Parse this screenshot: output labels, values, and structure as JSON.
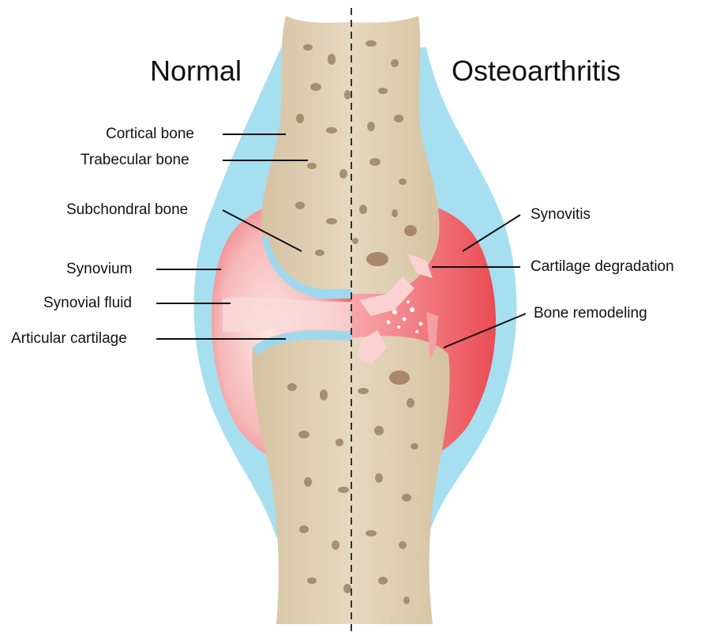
{
  "headings": {
    "normal": "Normal",
    "osteoarthritis": "Osteoarthritis"
  },
  "labels_left": {
    "cortical_bone": "Cortical bone",
    "trabecular_bone": "Trabecular bone",
    "subchondral_bone": "Subchondral bone",
    "synovium": "Synovium",
    "synovial_fluid": "Synovial fluid",
    "articular_cartilage": "Articular cartilage"
  },
  "labels_right": {
    "synovitis": "Synovitis",
    "cartilage_degradation": "Cartilage degradation",
    "bone_remodeling": "Bone remodeling"
  },
  "colors": {
    "capsule": "#9fdcee",
    "synovium_red": "#ee5a60",
    "synovial_fluid": "#f8d8d8",
    "bone": "#d9c6a8",
    "bone_inner": "#e8dbc4",
    "osteophyte": "#a8876a"
  }
}
